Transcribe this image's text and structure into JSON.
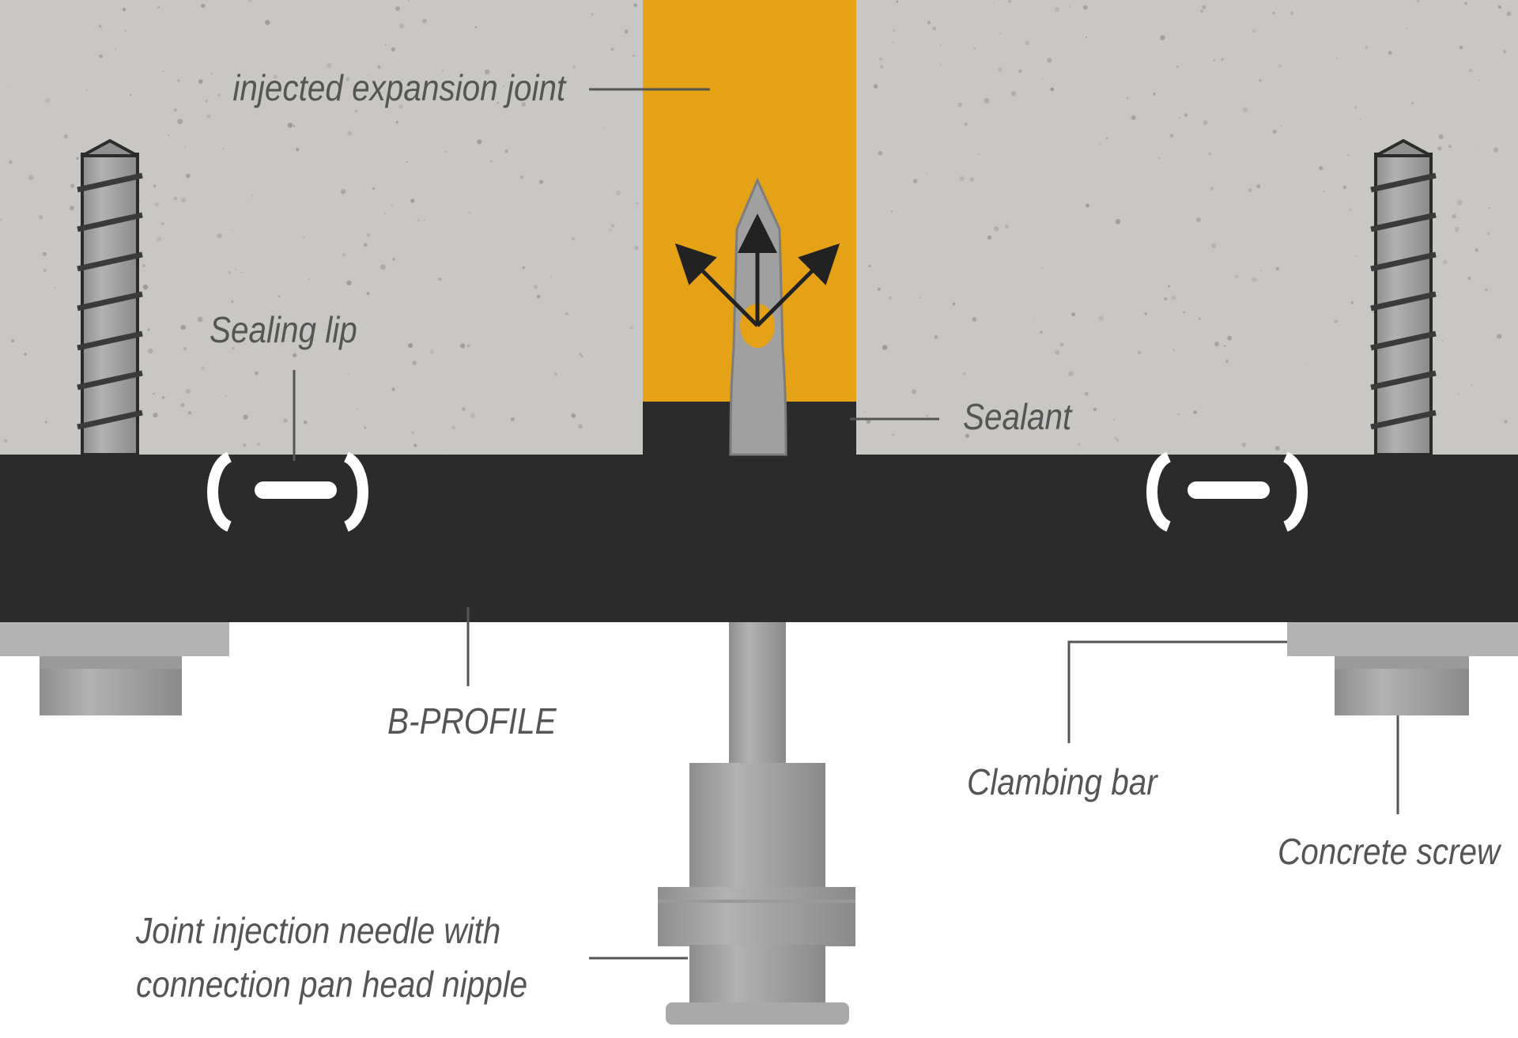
{
  "colors": {
    "concrete": "#c9c7c4",
    "concrete_speck": "#8f8c88",
    "joint_fill": "#e5a216",
    "profile": "#2b2b2b",
    "steel": "#a7a7a7",
    "steel_dark": "#8a8a8a",
    "leader": "#555555",
    "label_text": "#555555"
  },
  "labels": {
    "injected_joint": "injected expansion joint",
    "sealing_lip": "Sealing lip",
    "sealant": "Sealant",
    "b_profile": "B-PROFILE",
    "clambing_bar": "Clambing bar",
    "concrete_screw": "Concrete screw",
    "needle_line1": "Joint injection needle with",
    "needle_line2": "connection pan head nipple"
  },
  "icons": {
    "screw": "concrete-screw-icon",
    "needle": "injection-needle-icon",
    "arrows": "flow-arrows-icon",
    "nut": "hex-nut-icon"
  }
}
